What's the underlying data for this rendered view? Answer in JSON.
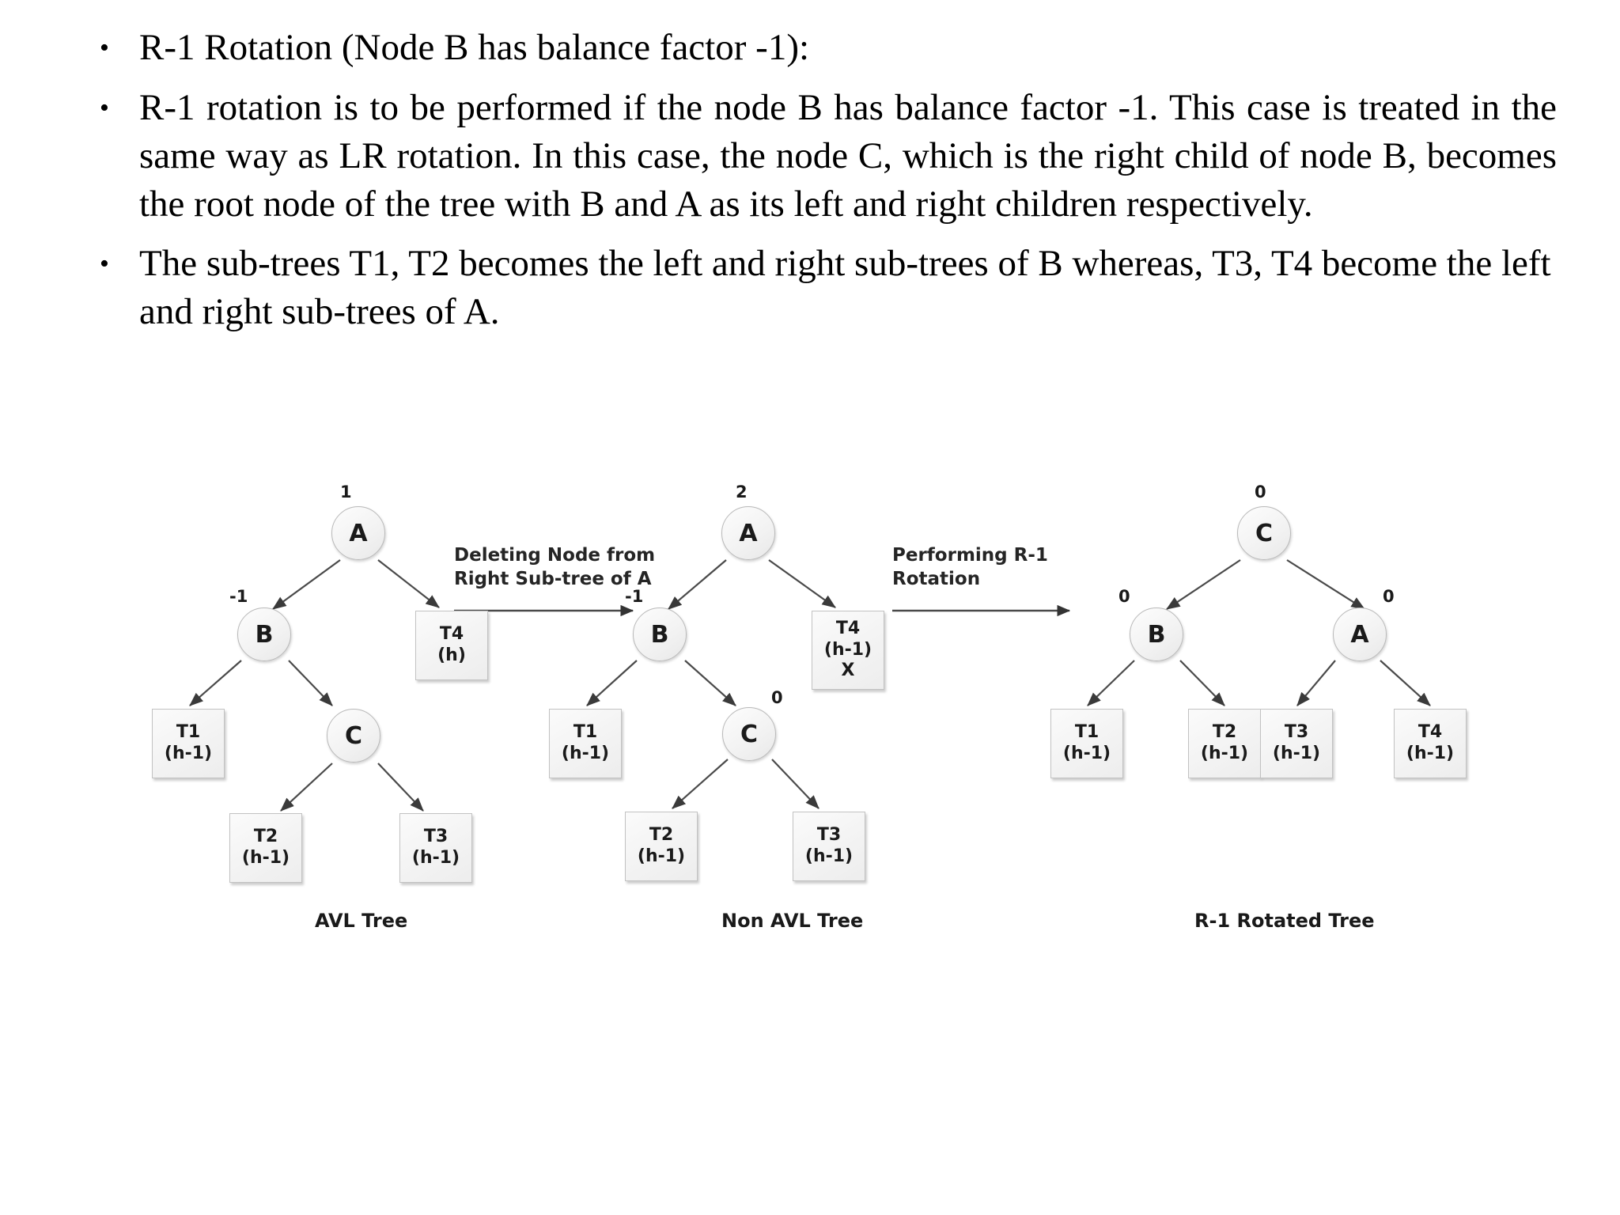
{
  "slide": {
    "bullets": [
      {
        "id": "bullet-heading",
        "text": "R-1 Rotation (Node B has balance factor -1):"
      },
      {
        "id": "bullet-description",
        "text": "R-1 rotation is to be performed if the node B has balance factor -1. This case is treated in the same way as LR rotation. In this case, the node C, which is the right child of node B, becomes the root node of the tree with B and A as its left and right children respectively."
      },
      {
        "id": "bullet-subtrees",
        "text": "The sub-trees T1, T2 becomes the left and right sub-trees of B whereas, T3, T4 become the left and right sub-trees of A."
      }
    ],
    "bullet_marker": "•"
  },
  "diagram": {
    "step_labels": [
      {
        "id": "step-1",
        "text": "Deleting Node from\nRight Sub-tree of A"
      },
      {
        "id": "step-2",
        "text": "Performing R-1\nRotation"
      }
    ],
    "captions": [
      {
        "id": "caption-avl",
        "text": "AVL Tree"
      },
      {
        "id": "caption-non-avl",
        "text": "Non AVL Tree"
      },
      {
        "id": "caption-rotated",
        "text": "R-1 Rotated Tree"
      }
    ],
    "trees": [
      {
        "id": "tree-avl",
        "caption": "AVL Tree",
        "nodes": [
          {
            "name": "A",
            "balance": "1"
          },
          {
            "name": "B",
            "balance": "-1"
          },
          {
            "name": "C",
            "balance": ""
          }
        ],
        "leaves": [
          {
            "name": "T4",
            "height": "(h)",
            "mark": ""
          },
          {
            "name": "T1",
            "height": "(h-1)",
            "mark": ""
          },
          {
            "name": "T2",
            "height": "(h-1)",
            "mark": ""
          },
          {
            "name": "T3",
            "height": "(h-1)",
            "mark": ""
          }
        ]
      },
      {
        "id": "tree-non-avl",
        "caption": "Non AVL Tree",
        "nodes": [
          {
            "name": "A",
            "balance": "2"
          },
          {
            "name": "B",
            "balance": "-1"
          },
          {
            "name": "C",
            "balance": "0"
          }
        ],
        "leaves": [
          {
            "name": "T4",
            "height": "(h-1)",
            "mark": "X"
          },
          {
            "name": "T1",
            "height": "(h-1)",
            "mark": ""
          },
          {
            "name": "T2",
            "height": "(h-1)",
            "mark": ""
          },
          {
            "name": "T3",
            "height": "(h-1)",
            "mark": ""
          }
        ]
      },
      {
        "id": "tree-r1-rotated",
        "caption": "R-1 Rotated Tree",
        "nodes": [
          {
            "name": "C",
            "balance": "0"
          },
          {
            "name": "B",
            "balance": "0"
          },
          {
            "name": "A",
            "balance": "0"
          }
        ],
        "leaves": [
          {
            "name": "T1",
            "height": "(h-1)",
            "mark": ""
          },
          {
            "name": "T2",
            "height": "(h-1)",
            "mark": ""
          },
          {
            "name": "T3",
            "height": "(h-1)",
            "mark": ""
          },
          {
            "name": "T4",
            "height": "(h-1)",
            "mark": ""
          }
        ]
      }
    ],
    "colors": {
      "node_stroke": "#b9b9b9",
      "edge": "#4a4a4a",
      "text": "#1a1a1a",
      "background": "#ffffff"
    }
  }
}
